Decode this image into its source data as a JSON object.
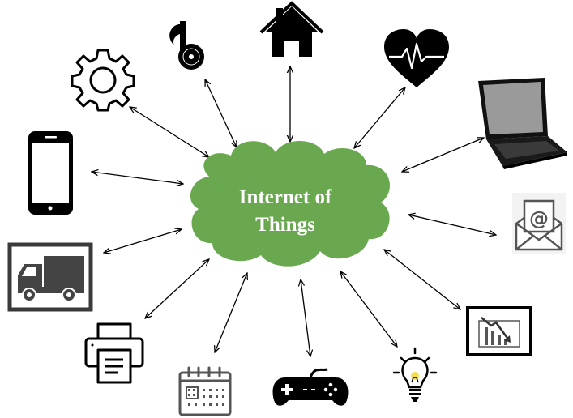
{
  "center": {
    "title_line1": "Internet of",
    "title_line2": "Things",
    "cloud_color": "#6aa84f",
    "text_color": "#ffffff"
  },
  "devices": [
    {
      "name": "settings-gear",
      "icon": "gear-icon"
    },
    {
      "name": "music",
      "icon": "music-note-disc-icon"
    },
    {
      "name": "home",
      "icon": "house-icon"
    },
    {
      "name": "health",
      "icon": "heart-pulse-icon"
    },
    {
      "name": "laptop",
      "icon": "laptop-icon"
    },
    {
      "name": "smartphone",
      "icon": "smartphone-icon"
    },
    {
      "name": "email",
      "icon": "email-envelope-icon"
    },
    {
      "name": "truck",
      "icon": "delivery-truck-icon"
    },
    {
      "name": "analytics",
      "icon": "chart-decline-icon"
    },
    {
      "name": "printer",
      "icon": "printer-icon"
    },
    {
      "name": "calendar",
      "icon": "calendar-icon"
    },
    {
      "name": "gamepad",
      "icon": "gamepad-icon"
    },
    {
      "name": "smart-bulb",
      "icon": "light-bulb-icon"
    }
  ],
  "colors": {
    "icon": "#000000",
    "arrow": "#000000",
    "bulb_glow": "#f4e04d"
  }
}
